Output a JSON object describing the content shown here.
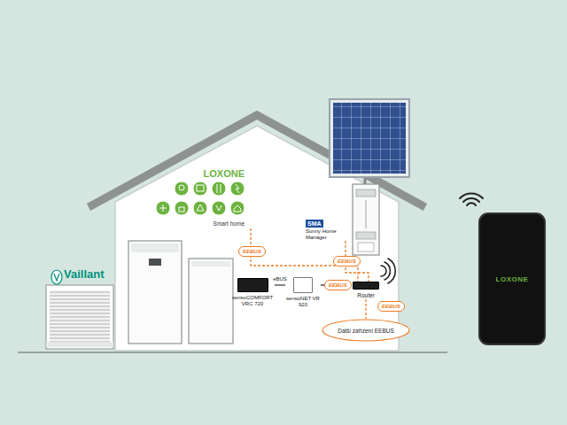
{
  "diagram": {
    "nodes": [
      {
        "text": [
          "LOXONE",
          "Smart home"
        ]
      },
      {
        "text": [
          "SMA",
          "Sunny Home Manager"
        ]
      },
      {
        "text": [
          "Vaillant"
        ]
      },
      {
        "text": [
          "sensoCOMFORT VRC 720"
        ]
      },
      {
        "text": [
          "sensoNET VR 920"
        ]
      },
      {
        "text": [
          "Router"
        ]
      },
      {
        "text": [
          "Další zařízení EEBUS"
        ]
      },
      {
        "text": [
          "LOXONE"
        ]
      }
    ],
    "edges": [
      {
        "from": 3,
        "to": 4,
        "label": "eBUS",
        "arrow": "none"
      },
      {
        "from": 4,
        "to": 5,
        "arrow": "none"
      },
      {
        "from": 0,
        "to": 5,
        "arrow": "none"
      },
      {
        "from": 1,
        "to": 5,
        "arrow": "none"
      },
      {
        "from": 5,
        "to": 6,
        "arrow": "none"
      }
    ],
    "labels": [
      "EEBUS",
      "EEBUS",
      "EEBUS",
      "EEBUS"
    ]
  }
}
